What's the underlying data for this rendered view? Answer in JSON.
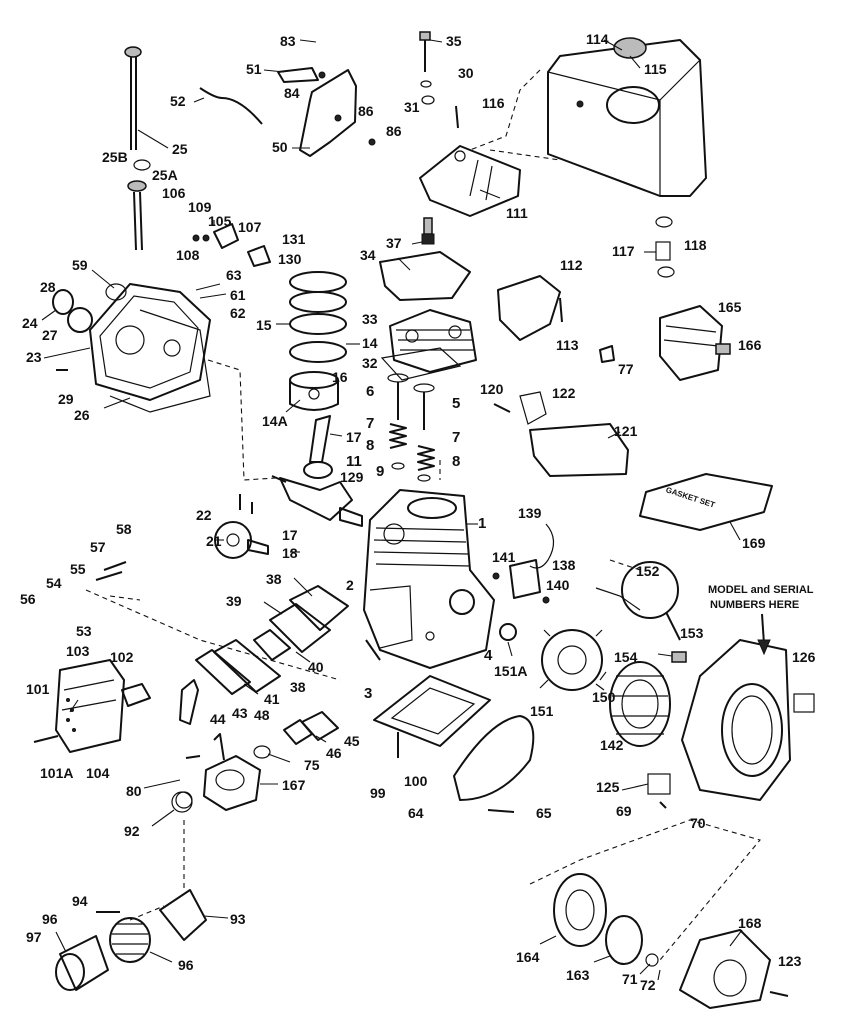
{
  "diagram": {
    "note_model_serial": [
      "MODEL and SERIAL",
      "NUMBERS HERE"
    ],
    "gasket_set_text": "GASKET SET",
    "labels": [
      {
        "id": "83",
        "t": "83"
      },
      {
        "id": "35",
        "t": "35"
      },
      {
        "id": "114",
        "t": "114"
      },
      {
        "id": "51",
        "t": "51"
      },
      {
        "id": "30",
        "t": "30"
      },
      {
        "id": "115",
        "t": "115"
      },
      {
        "id": "84",
        "t": "84"
      },
      {
        "id": "52",
        "t": "52"
      },
      {
        "id": "86a",
        "t": "86"
      },
      {
        "id": "31",
        "t": "31"
      },
      {
        "id": "116",
        "t": "116"
      },
      {
        "id": "86b",
        "t": "86"
      },
      {
        "id": "50",
        "t": "50"
      },
      {
        "id": "25",
        "t": "25"
      },
      {
        "id": "25B",
        "t": "25B"
      },
      {
        "id": "25A",
        "t": "25A"
      },
      {
        "id": "106",
        "t": "106"
      },
      {
        "id": "109",
        "t": "109"
      },
      {
        "id": "105",
        "t": "105"
      },
      {
        "id": "107",
        "t": "107"
      },
      {
        "id": "131",
        "t": "131"
      },
      {
        "id": "111",
        "t": "111"
      },
      {
        "id": "108",
        "t": "108"
      },
      {
        "id": "130",
        "t": "130"
      },
      {
        "id": "37",
        "t": "37"
      },
      {
        "id": "117",
        "t": "117"
      },
      {
        "id": "118",
        "t": "118"
      },
      {
        "id": "59",
        "t": "59"
      },
      {
        "id": "34",
        "t": "34"
      },
      {
        "id": "112",
        "t": "112"
      },
      {
        "id": "63",
        "t": "63"
      },
      {
        "id": "28",
        "t": "28"
      },
      {
        "id": "61",
        "t": "61"
      },
      {
        "id": "165",
        "t": "165"
      },
      {
        "id": "62",
        "t": "62"
      },
      {
        "id": "24",
        "t": "24"
      },
      {
        "id": "15",
        "t": "15"
      },
      {
        "id": "33",
        "t": "33"
      },
      {
        "id": "27",
        "t": "27"
      },
      {
        "id": "113",
        "t": "113"
      },
      {
        "id": "166",
        "t": "166"
      },
      {
        "id": "14",
        "t": "14"
      },
      {
        "id": "23",
        "t": "23"
      },
      {
        "id": "32",
        "t": "32"
      },
      {
        "id": "77",
        "t": "77"
      },
      {
        "id": "16",
        "t": "16"
      },
      {
        "id": "29",
        "t": "29"
      },
      {
        "id": "6",
        "t": "6"
      },
      {
        "id": "120",
        "t": "120"
      },
      {
        "id": "122",
        "t": "122"
      },
      {
        "id": "5",
        "t": "5"
      },
      {
        "id": "14A",
        "t": "14A"
      },
      {
        "id": "26",
        "t": "26"
      },
      {
        "id": "7a",
        "t": "7"
      },
      {
        "id": "17a",
        "t": "17"
      },
      {
        "id": "7b",
        "t": "7"
      },
      {
        "id": "121",
        "t": "121"
      },
      {
        "id": "8a",
        "t": "8"
      },
      {
        "id": "11",
        "t": "11"
      },
      {
        "id": "8b",
        "t": "8"
      },
      {
        "id": "129",
        "t": "129"
      },
      {
        "id": "9",
        "t": "9"
      },
      {
        "id": "139",
        "t": "139"
      },
      {
        "id": "22",
        "t": "22"
      },
      {
        "id": "1",
        "t": "1"
      },
      {
        "id": "169",
        "t": "169"
      },
      {
        "id": "58",
        "t": "58"
      },
      {
        "id": "17b",
        "t": "17"
      },
      {
        "id": "21",
        "t": "21"
      },
      {
        "id": "141",
        "t": "141"
      },
      {
        "id": "138",
        "t": "138"
      },
      {
        "id": "152",
        "t": "152"
      },
      {
        "id": "57",
        "t": "57"
      },
      {
        "id": "18",
        "t": "18"
      },
      {
        "id": "140",
        "t": "140"
      },
      {
        "id": "55",
        "t": "55"
      },
      {
        "id": "38a",
        "t": "38"
      },
      {
        "id": "2",
        "t": "2"
      },
      {
        "id": "54",
        "t": "54"
      },
      {
        "id": "56",
        "t": "56"
      },
      {
        "id": "39",
        "t": "39"
      },
      {
        "id": "53",
        "t": "53"
      },
      {
        "id": "153",
        "t": "153"
      },
      {
        "id": "103",
        "t": "103"
      },
      {
        "id": "102",
        "t": "102"
      },
      {
        "id": "4",
        "t": "4"
      },
      {
        "id": "154",
        "t": "154"
      },
      {
        "id": "126",
        "t": "126"
      },
      {
        "id": "40",
        "t": "40"
      },
      {
        "id": "151A",
        "t": "151A"
      },
      {
        "id": "38b",
        "t": "38"
      },
      {
        "id": "3",
        "t": "3"
      },
      {
        "id": "150",
        "t": "150"
      },
      {
        "id": "101",
        "t": "101"
      },
      {
        "id": "41",
        "t": "41"
      },
      {
        "id": "43",
        "t": "43"
      },
      {
        "id": "44",
        "t": "44"
      },
      {
        "id": "48",
        "t": "48"
      },
      {
        "id": "151",
        "t": "151"
      },
      {
        "id": "101A",
        "t": "101A"
      },
      {
        "id": "104",
        "t": "104"
      },
      {
        "id": "45",
        "t": "45"
      },
      {
        "id": "142",
        "t": "142"
      },
      {
        "id": "46",
        "t": "46"
      },
      {
        "id": "75",
        "t": "75"
      },
      {
        "id": "80",
        "t": "80"
      },
      {
        "id": "167",
        "t": "167"
      },
      {
        "id": "99",
        "t": "99"
      },
      {
        "id": "100",
        "t": "100"
      },
      {
        "id": "125",
        "t": "125"
      },
      {
        "id": "64",
        "t": "64"
      },
      {
        "id": "65",
        "t": "65"
      },
      {
        "id": "69",
        "t": "69"
      },
      {
        "id": "92",
        "t": "92"
      },
      {
        "id": "70",
        "t": "70"
      },
      {
        "id": "94",
        "t": "94"
      },
      {
        "id": "93",
        "t": "93"
      },
      {
        "id": "96a",
        "t": "96"
      },
      {
        "id": "97",
        "t": "97"
      },
      {
        "id": "168",
        "t": "168"
      },
      {
        "id": "164",
        "t": "164"
      },
      {
        "id": "163",
        "t": "163"
      },
      {
        "id": "123",
        "t": "123"
      },
      {
        "id": "96b",
        "t": "96"
      },
      {
        "id": "71",
        "t": "71"
      },
      {
        "id": "72",
        "t": "72"
      }
    ]
  }
}
